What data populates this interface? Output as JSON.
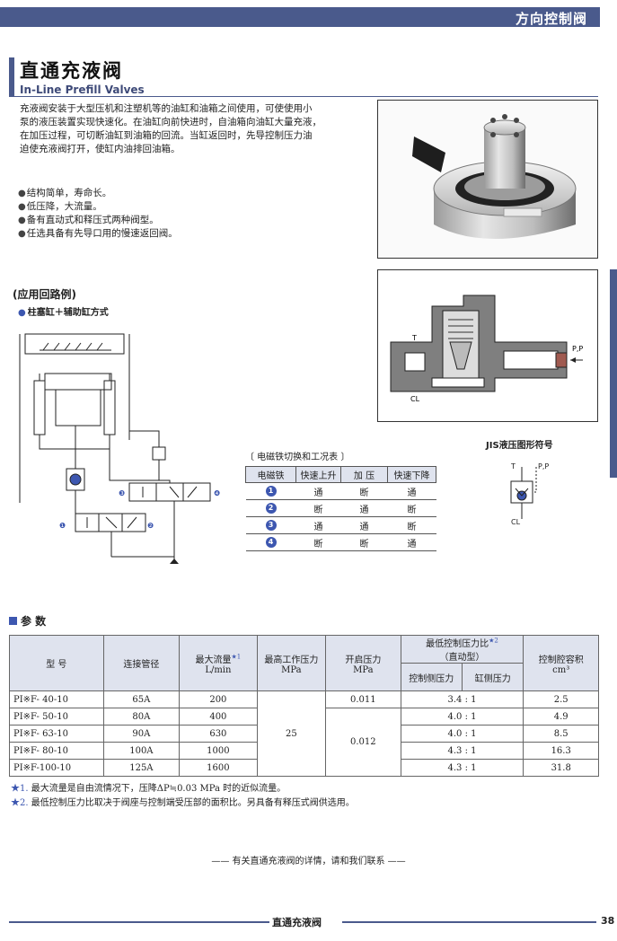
{
  "header": {
    "category": "方向控制阀"
  },
  "title": {
    "cn": "直通充液阀",
    "en": "In-Line Prefill Valves"
  },
  "intro": {
    "lines": [
      "充液阀安装于大型压机和注塑机等的油缸和油箱之间使用，可使使用小",
      "泵的液压装置实现快速化。在油缸向前快进时，自油箱向油缸大量充液，",
      "在加压过程，可切断油缸到油箱的回流。当缸返回时，先导控制压力油",
      "迫使充液阀打开，使缸内油排回油箱。"
    ]
  },
  "features": [
    "结构简单，寿命长。",
    "低压降，大流量。",
    "备有直动式和释压式两种阀型。",
    "任选具备有先导口用的慢速返回阀。"
  ],
  "application": {
    "title": "(应用回路例)",
    "subtitle": "柱塞缸＋辅助缸方式"
  },
  "section_labels": {
    "t": "T",
    "pp": "P,P",
    "cl": "CL"
  },
  "jis": {
    "label": "JIS液压图形符号",
    "t": "T",
    "pp": "P,P",
    "cl": "CL"
  },
  "circuit_numbers": [
    "❶",
    "❷",
    "❸",
    "❹"
  ],
  "solenoid_table": {
    "title": "〔 电磁铁切换和工况表 〕",
    "headers": [
      "电磁铁",
      "快速上升",
      "加  压",
      "快速下降"
    ],
    "rows": [
      {
        "num": "1",
        "c1": "通",
        "c2": "断",
        "c3": "通"
      },
      {
        "num": "2",
        "c1": "断",
        "c2": "通",
        "c3": "断"
      },
      {
        "num": "3",
        "c1": "通",
        "c2": "通",
        "c3": "断"
      },
      {
        "num": "4",
        "c1": "断",
        "c2": "断",
        "c3": "通"
      }
    ]
  },
  "params": {
    "heading": "参 数",
    "headers": {
      "model": "型  号",
      "pipe": "连接管径",
      "flow": "最大流量",
      "flow_star": "★1",
      "flow_unit": "L/min",
      "pressure": "最高工作压力",
      "pressure_unit": "MPa",
      "crack": "开启压力",
      "crack_unit": "MPa",
      "ratio": "最低控制压力比",
      "ratio_star": "★2",
      "ratio_sub": "（直动型）",
      "ratio_a": "控制侧压力",
      "ratio_b": "缸侧压力",
      "volume": "控制腔容积",
      "volume_unit": "cm³"
    },
    "rows": [
      {
        "model": "PI※F- 40-10",
        "pipe": "65A",
        "flow": "200",
        "ratio": "3.4 : 1",
        "volume": "2.5"
      },
      {
        "model": "PI※F- 50-10",
        "pipe": "80A",
        "flow": "400",
        "ratio": "4.0 : 1",
        "volume": "4.9"
      },
      {
        "model": "PI※F- 63-10",
        "pipe": "90A",
        "flow": "630",
        "ratio": "4.0 : 1",
        "volume": "8.5"
      },
      {
        "model": "PI※F- 80-10",
        "pipe": "100A",
        "flow": "1000",
        "ratio": "4.3 : 1",
        "volume": "16.3"
      },
      {
        "model": "PI※F-100-10",
        "pipe": "125A",
        "flow": "1600",
        "ratio": "4.3 : 1",
        "volume": "31.8"
      }
    ],
    "max_pressure": "25",
    "crack_first": "0.011",
    "crack_rest": "0.012"
  },
  "notes": [
    {
      "mark": "★1.",
      "text": "最大流量是自由流情况下，压降ΔP≒0.03 MPa 时的近似流量。"
    },
    {
      "mark": "★2.",
      "text": "最低控制压力比取决于阀座与控制端受压部的面积比。另具备有释压式阀供选用。"
    }
  ],
  "contact": "—— 有关直通充液阀的详情，请和我们联系 ——",
  "footer": {
    "title": "直通充液阀",
    "page": "38"
  },
  "colors": {
    "accent": "#4a5a8c",
    "marker": "#3d57b0",
    "table_header": "#dfe3ee"
  }
}
